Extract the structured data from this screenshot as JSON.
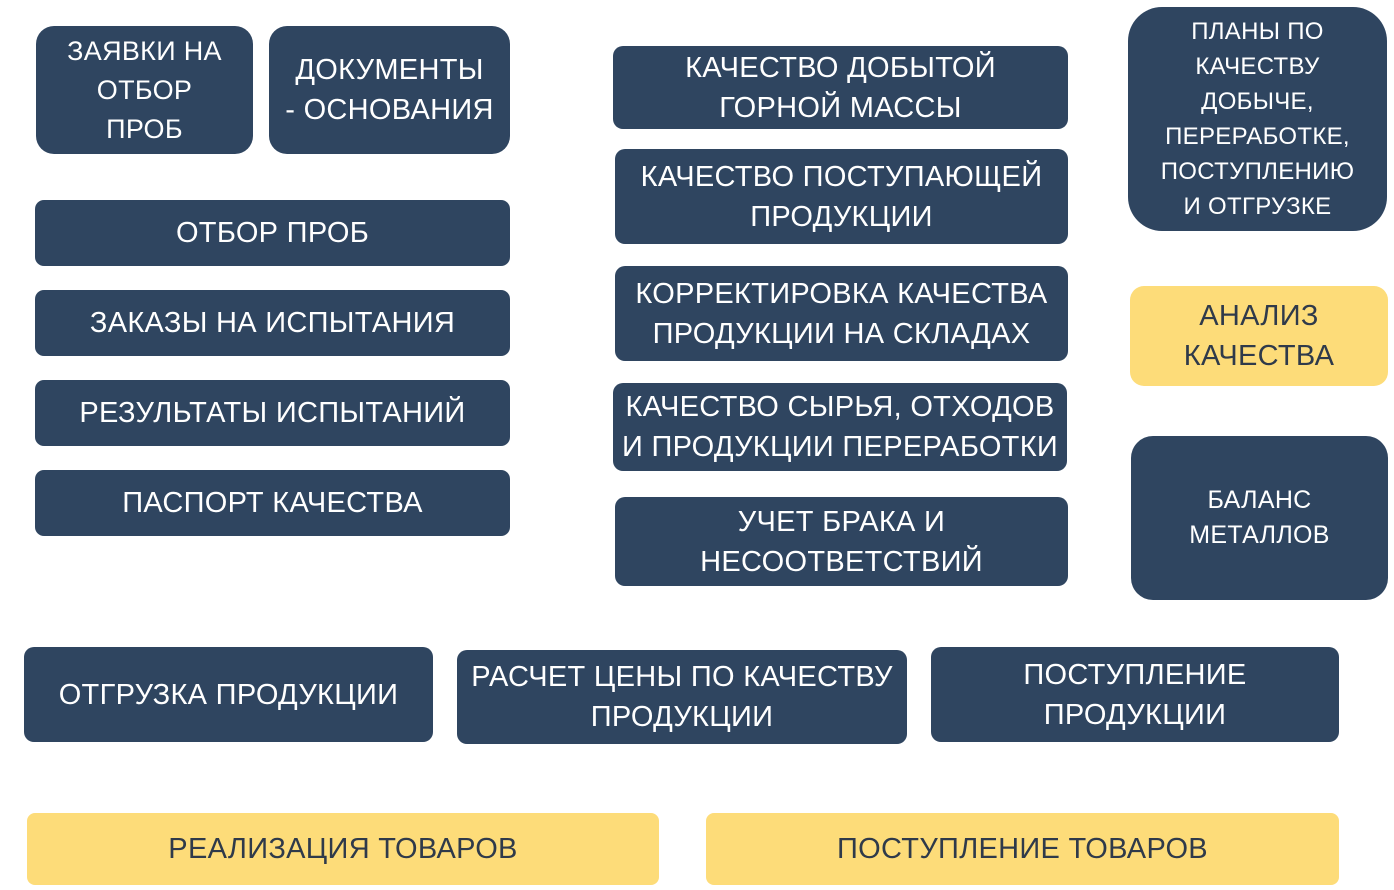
{
  "colors": {
    "block_dark": "#2f4560",
    "block_highlight": "#fddc79",
    "text_on_dark": "#ffffff",
    "text_on_highlight": "#2f3a4a"
  },
  "blocks": {
    "sample_requests": "ЗАЯВКИ НА\nОТБОР\nПРОБ",
    "base_documents": "ДОКУМЕНТЫ\n- ОСНОВАНИЯ",
    "sampling": "ОТБОР ПРОБ",
    "test_orders": "ЗАКАЗЫ НА ИСПЫТАНИЯ",
    "test_results": "РЕЗУЛЬТАТЫ ИСПЫТАНИЙ",
    "quality_passport": "ПАСПОРТ КАЧЕСТВА",
    "mined_ore_quality": "КАЧЕСТВО ДОБЫТОЙ\nГОРНОЙ МАССЫ",
    "incoming_product_quality": "КАЧЕСТВО ПОСТУПАЮЩЕЙ\nПРОДУКЦИИ",
    "warehouse_quality_correction": "КОРРЕКТИРОВКА КАЧЕСТВА\nПРОДУКЦИИ НА СКЛАДАХ",
    "raw_waste_processing_quality": "КАЧЕСТВО СЫРЬЯ, ОТХОДОВ\nИ ПРОДУКЦИИ ПЕРЕРАБОТКИ",
    "defects_nonconformities": "УЧЕТ БРАКА И\nНЕСООТВЕТСТВИЙ",
    "quality_plans": "ПЛАНЫ ПО\nКАЧЕСТВУ\nДОБЫЧЕ,\nПЕРЕРАБОТКЕ,\nПОСТУПЛЕНИЮ\nИ ОТГРУЗКЕ",
    "quality_analysis": "АНАЛИЗ\nКАЧЕСТВА",
    "metal_balance": "БАЛАНС\nМЕТАЛЛОВ",
    "product_shipment": "ОТГРУЗКА ПРОДУКЦИИ",
    "price_by_quality": "РАСЧЕТ ЦЕНЫ ПО КАЧЕСТВУ\nПРОДУКЦИИ",
    "product_receipt": "ПОСТУПЛЕНИЕ\nПРОДУКЦИИ",
    "goods_sales": "РЕАЛИЗАЦИЯ ТОВАРОВ",
    "goods_receipt": "ПОСТУПЛЕНИЕ ТОВАРОВ"
  }
}
